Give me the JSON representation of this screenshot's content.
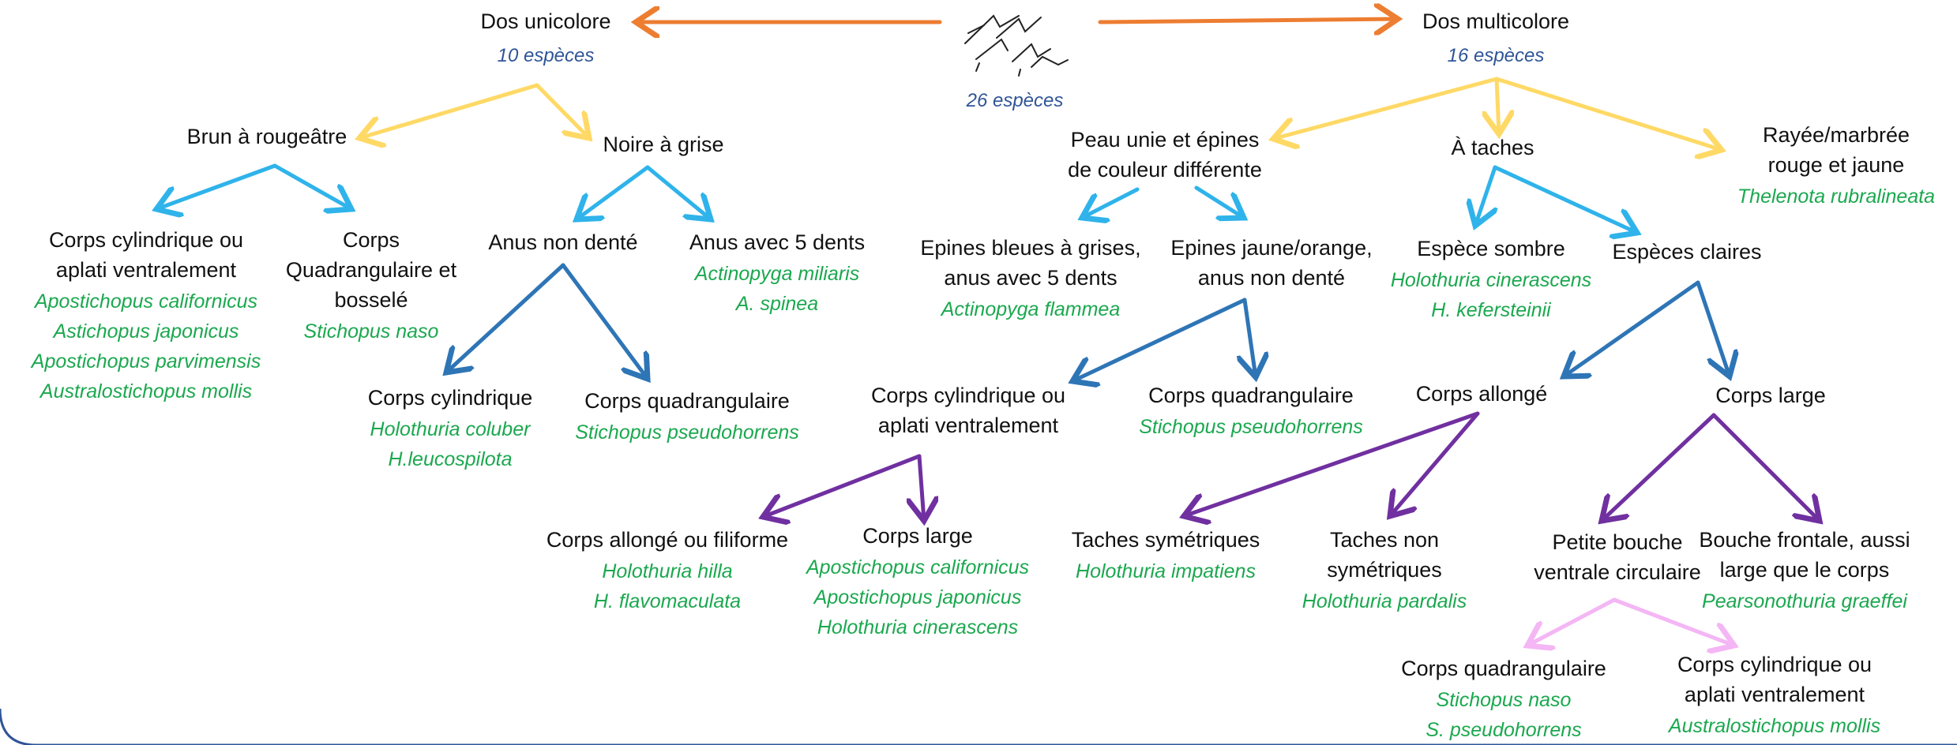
{
  "colors": {
    "level1": "#ed7d31",
    "level2": "#ffd966",
    "level3": "#2fb3ea",
    "level4": "#2e75b6",
    "level5": "#7030a0",
    "level6": "#f4b6f4",
    "species_text": "#1ba84f",
    "count_text": "#2f5597",
    "frame": "#2f5597"
  },
  "icons": {
    "root": "sea-cucumber-sketch-icon"
  },
  "root": {
    "count": "26 espèces"
  },
  "nodes": {
    "dos_unicolore": {
      "label": "Dos unicolore",
      "count": "10 espèces"
    },
    "dos_multicolore": {
      "label": "Dos multicolore",
      "count": "16 espèces"
    },
    "brun": {
      "label": "Brun à rougeâtre"
    },
    "noire": {
      "label": "Noire à grise"
    },
    "brun_cyl": {
      "label": [
        "Corps cylindrique ou",
        "aplati ventralement"
      ],
      "species": [
        "Apostichopus californicus",
        "Astichopus japonicus",
        "Apostichopus parvimensis",
        "Australostichopus mollis"
      ]
    },
    "brun_quad": {
      "label": [
        "Corps",
        "Quadrangulaire et",
        "bosselé"
      ],
      "species": [
        "Stichopus naso"
      ]
    },
    "anus_non": {
      "label": "Anus non denté"
    },
    "anus_5": {
      "label": "Anus avec 5 dents",
      "species": [
        "Actinopyga miliaris",
        "A. spinea"
      ]
    },
    "noire_cyl": {
      "label": "Corps cylindrique",
      "species": [
        "Holothuria coluber",
        "H.leucospilota"
      ]
    },
    "noire_quad": {
      "label": "Corps quadrangulaire",
      "species": [
        "Stichopus pseudohorrens"
      ]
    },
    "peau_unie": {
      "label": [
        "Peau unie et épines",
        "de couleur différente"
      ]
    },
    "a_taches": {
      "label": "À taches"
    },
    "rayee": {
      "label": [
        "Rayée/marbrée",
        "rouge et jaune"
      ],
      "species": [
        "Thelenota rubralineata"
      ]
    },
    "epines_bleues": {
      "label": [
        "Epines bleues à grises,",
        "anus avec 5 dents"
      ],
      "species": [
        "Actinopyga flammea"
      ]
    },
    "epines_jaunes": {
      "label": [
        "Epines jaune/orange,",
        "anus non denté"
      ]
    },
    "espece_sombre": {
      "label": "Espèce sombre",
      "species": [
        "Holothuria cinerascens",
        "H. kefersteinii"
      ]
    },
    "especes_claires": {
      "label": "Espèces claires"
    },
    "ej_cyl": {
      "label": [
        "Corps cylindrique ou",
        "aplati ventralement"
      ]
    },
    "ej_quad": {
      "label": "Corps quadrangulaire",
      "species": [
        "Stichopus pseudohorrens"
      ]
    },
    "corps_allonge": {
      "label": "Corps allongé"
    },
    "corps_large_c": {
      "label": "Corps large"
    },
    "allonge_fil": {
      "label": "Corps allongé ou filiforme",
      "species": [
        "Holothuria hilla",
        "H. flavomaculata"
      ]
    },
    "ej_large": {
      "label": "Corps large",
      "species": [
        "Apostichopus californicus",
        "Apostichopus japonicus",
        "Holothuria cinerascens"
      ]
    },
    "taches_sym": {
      "label": "Taches symétriques",
      "species": [
        "Holothuria impatiens"
      ]
    },
    "taches_non_sym": {
      "label": [
        "Taches non",
        "symétriques"
      ],
      "species": [
        "Holothuria pardalis"
      ]
    },
    "petite_bouche": {
      "label": [
        "Petite bouche",
        "ventrale circulaire"
      ]
    },
    "bouche_frontale": {
      "label": [
        "Bouche frontale, aussi",
        "large que le corps"
      ],
      "species": [
        "Pearsonothuria graeffei"
      ]
    },
    "pb_quad": {
      "label": "Corps quadrangulaire",
      "species": [
        "Stichopus naso",
        "S. pseudohorrens"
      ]
    },
    "pb_cyl": {
      "label": [
        "Corps cylindrique ou",
        "aplati ventralement"
      ],
      "species": [
        "Australostichopus mollis"
      ]
    }
  }
}
